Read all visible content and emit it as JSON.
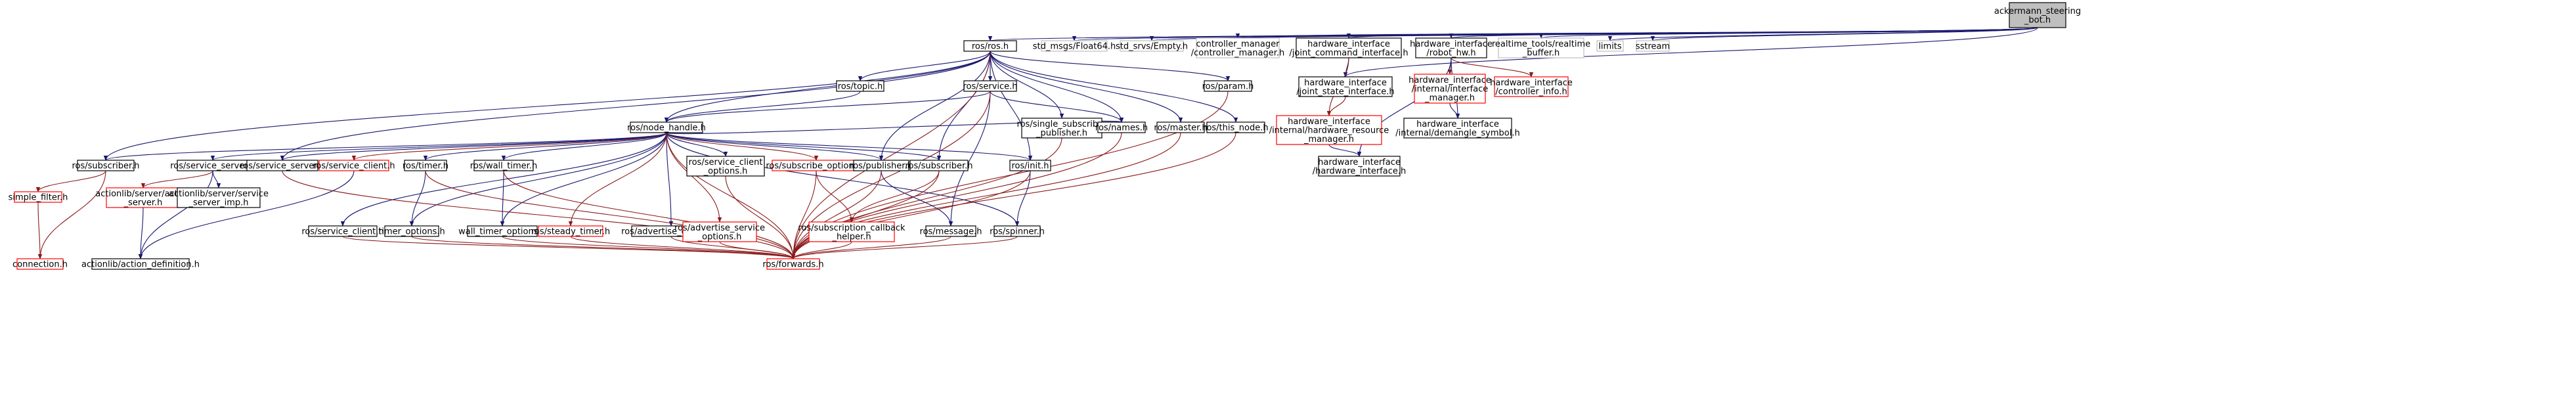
{
  "graph": {
    "nodes": [
      {
        "id": "root",
        "lines": [
          "ackermann_steering",
          "_bot.h"
        ],
        "color": "root"
      },
      {
        "id": "ros_h",
        "lines": [
          "ros/ros.h"
        ],
        "color": "black"
      },
      {
        "id": "float64",
        "lines": [
          "std_msgs/Float64.h"
        ],
        "color": "grey"
      },
      {
        "id": "empty",
        "lines": [
          "std_srvs/Empty.h"
        ],
        "color": "grey"
      },
      {
        "id": "cmgr",
        "lines": [
          "controller_manager",
          "/controller_manager.h"
        ],
        "color": "grey"
      },
      {
        "id": "hi_jci",
        "lines": [
          "hardware_interface",
          "/joint_command_interface.h"
        ],
        "color": "black"
      },
      {
        "id": "hi_robot",
        "lines": [
          "hardware_interface",
          "/robot_hw.h"
        ],
        "color": "black"
      },
      {
        "id": "rt_buffer",
        "lines": [
          "realtime_tools/realtime",
          "_buffer.h"
        ],
        "color": "grey"
      },
      {
        "id": "limits",
        "lines": [
          "limits"
        ],
        "color": "grey"
      },
      {
        "id": "sstream",
        "lines": [
          "sstream"
        ],
        "color": "grey"
      },
      {
        "id": "topic",
        "lines": [
          "ros/topic.h"
        ],
        "color": "black"
      },
      {
        "id": "service",
        "lines": [
          "ros/service.h"
        ],
        "color": "black"
      },
      {
        "id": "param",
        "lines": [
          "ros/param.h"
        ],
        "color": "black"
      },
      {
        "id": "hi_jsi",
        "lines": [
          "hardware_interface",
          "/joint_state_interface.h"
        ],
        "color": "black"
      },
      {
        "id": "hi_iim",
        "lines": [
          "hardware_interface",
          "/internal/interface",
          "_manager.h"
        ],
        "color": "red"
      },
      {
        "id": "hi_cinfo",
        "lines": [
          "hardware_interface",
          "/controller_info.h"
        ],
        "color": "red"
      },
      {
        "id": "nodehandle",
        "lines": [
          "ros/node_handle.h"
        ],
        "color": "black"
      },
      {
        "id": "single_sub_pub",
        "lines": [
          "ros/single_subscriber",
          "_publisher.h"
        ],
        "color": "black"
      },
      {
        "id": "names",
        "lines": [
          "ros/names.h"
        ],
        "color": "black"
      },
      {
        "id": "master",
        "lines": [
          "ros/master.h"
        ],
        "color": "black"
      },
      {
        "id": "this_node",
        "lines": [
          "ros/this_node.h"
        ],
        "color": "black"
      },
      {
        "id": "hi_hrm",
        "lines": [
          "hardware_interface",
          "/internal/hardware_resource",
          "_manager.h"
        ],
        "color": "red"
      },
      {
        "id": "hi_demangle",
        "lines": [
          "hardware_interface",
          "/internal/demangle_symbol.h"
        ],
        "color": "black"
      },
      {
        "id": "subscriber1",
        "lines": [
          "ros/subscriber.h"
        ],
        "color": "black"
      },
      {
        "id": "srvserver1",
        "lines": [
          "ros/service_server.h"
        ],
        "color": "black"
      },
      {
        "id": "srvserver2",
        "lines": [
          "ros/service_server.h"
        ],
        "color": "black"
      },
      {
        "id": "srvclient_red",
        "lines": [
          "ros/service_client.h"
        ],
        "color": "red"
      },
      {
        "id": "timer",
        "lines": [
          "ros/timer.h"
        ],
        "color": "black"
      },
      {
        "id": "wall_timer",
        "lines": [
          "ros/wall_timer.h"
        ],
        "color": "black"
      },
      {
        "id": "srvclient_opts",
        "lines": [
          "ros/service_client",
          "_options.h"
        ],
        "color": "black"
      },
      {
        "id": "sub_opts",
        "lines": [
          "ros/subscribe_options.h"
        ],
        "color": "red"
      },
      {
        "id": "publisher",
        "lines": [
          "ros/publisher.h"
        ],
        "color": "black"
      },
      {
        "id": "subscriber2",
        "lines": [
          "ros/subscriber.h"
        ],
        "color": "black"
      },
      {
        "id": "init",
        "lines": [
          "ros/init.h"
        ],
        "color": "black"
      },
      {
        "id": "hi_hwiface",
        "lines": [
          "hardware_interface",
          "/hardware_interface.h"
        ],
        "color": "black"
      },
      {
        "id": "simple_filter",
        "lines": [
          "simple_filter.h"
        ],
        "color": "red"
      },
      {
        "id": "al_server",
        "lines": [
          "actionlib/server/action",
          "_server.h"
        ],
        "color": "red"
      },
      {
        "id": "al_srvimp",
        "lines": [
          "actionlib/server/service",
          "_server_imp.h"
        ],
        "color": "black"
      },
      {
        "id": "srvclient2",
        "lines": [
          "ros/service_client.h"
        ],
        "color": "black"
      },
      {
        "id": "timer_opts",
        "lines": [
          "timer_options.h"
        ],
        "color": "black"
      },
      {
        "id": "wall_timer_opts",
        "lines": [
          "wall_timer_options.h"
        ],
        "color": "black"
      },
      {
        "id": "steady_timer",
        "lines": [
          "ros/steady_timer.h"
        ],
        "color": "red"
      },
      {
        "id": "adv_opts",
        "lines": [
          "ros/advertise_options.h"
        ],
        "color": "black"
      },
      {
        "id": "adv_srv_opts",
        "lines": [
          "ros/advertise_service",
          "_options.h"
        ],
        "color": "red"
      },
      {
        "id": "sub_cb_helper",
        "lines": [
          "ros/subscription_callback",
          "_helper.h"
        ],
        "color": "red"
      },
      {
        "id": "message",
        "lines": [
          "ros/message.h"
        ],
        "color": "black"
      },
      {
        "id": "spinner",
        "lines": [
          "ros/spinner.h"
        ],
        "color": "black"
      },
      {
        "id": "connection",
        "lines": [
          "connection.h"
        ],
        "color": "red"
      },
      {
        "id": "al_def",
        "lines": [
          "actionlib/action_definition.h"
        ],
        "color": "black"
      },
      {
        "id": "forwards",
        "lines": [
          "ros/forwards.h"
        ],
        "color": "red"
      }
    ],
    "edges": [
      [
        "root",
        "ros_h"
      ],
      [
        "root",
        "float64"
      ],
      [
        "root",
        "empty"
      ],
      [
        "root",
        "cmgr"
      ],
      [
        "root",
        "hi_jci"
      ],
      [
        "root",
        "hi_jsi"
      ],
      [
        "root",
        "hi_robot"
      ],
      [
        "root",
        "rt_buffer"
      ],
      [
        "root",
        "limits"
      ],
      [
        "root",
        "sstream"
      ],
      [
        "ros_h",
        "topic"
      ],
      [
        "ros_h",
        "service"
      ],
      [
        "ros_h",
        "param"
      ],
      [
        "ros_h",
        "nodehandle"
      ],
      [
        "ros_h",
        "single_sub_pub"
      ],
      [
        "ros_h",
        "names"
      ],
      [
        "ros_h",
        "master"
      ],
      [
        "ros_h",
        "this_node"
      ],
      [
        "ros_h",
        "subscriber1"
      ],
      [
        "ros_h",
        "srvserver2"
      ],
      [
        "ros_h",
        "publisher"
      ],
      [
        "ros_h",
        "subscriber2"
      ],
      [
        "ros_h",
        "init"
      ],
      [
        "ros_h",
        "forwards"
      ],
      [
        "hi_jci",
        "hi_jsi"
      ],
      [
        "hi_jci",
        "hi_hrm"
      ],
      [
        "hi_jsi",
        "hi_hrm"
      ],
      [
        "hi_robot",
        "hi_iim"
      ],
      [
        "hi_robot",
        "hi_cinfo"
      ],
      [
        "hi_robot",
        "hi_demangle"
      ],
      [
        "hi_robot",
        "hi_hwiface"
      ],
      [
        "hi_iim",
        "hi_demangle"
      ],
      [
        "hi_hrm",
        "hi_hwiface"
      ],
      [
        "topic",
        "nodehandle"
      ],
      [
        "service",
        "nodehandle"
      ],
      [
        "service",
        "names"
      ],
      [
        "service",
        "message"
      ],
      [
        "service",
        "forwards"
      ],
      [
        "param",
        "forwards"
      ],
      [
        "nodehandle",
        "subscriber1"
      ],
      [
        "nodehandle",
        "srvserver1"
      ],
      [
        "nodehandle",
        "srvserver2"
      ],
      [
        "nodehandle",
        "srvclient_red"
      ],
      [
        "nodehandle",
        "timer"
      ],
      [
        "nodehandle",
        "wall_timer"
      ],
      [
        "nodehandle",
        "srvclient_opts"
      ],
      [
        "nodehandle",
        "sub_opts"
      ],
      [
        "nodehandle",
        "publisher"
      ],
      [
        "nodehandle",
        "subscriber2"
      ],
      [
        "nodehandle",
        "init"
      ],
      [
        "nodehandle",
        "names"
      ],
      [
        "nodehandle",
        "srvclient2"
      ],
      [
        "nodehandle",
        "timer_opts"
      ],
      [
        "nodehandle",
        "wall_timer_opts"
      ],
      [
        "nodehandle",
        "steady_timer"
      ],
      [
        "nodehandle",
        "adv_opts"
      ],
      [
        "nodehandle",
        "adv_srv_opts"
      ],
      [
        "nodehandle",
        "spinner"
      ],
      [
        "nodehandle",
        "forwards"
      ],
      [
        "single_sub_pub",
        "forwards"
      ],
      [
        "names",
        "forwards"
      ],
      [
        "master",
        "forwards"
      ],
      [
        "this_node",
        "forwards"
      ],
      [
        "subscriber1",
        "simple_filter"
      ],
      [
        "subscriber1",
        "connection"
      ],
      [
        "simple_filter",
        "connection"
      ],
      [
        "srvserver1",
        "al_server"
      ],
      [
        "srvserver1",
        "al_srvimp"
      ],
      [
        "srvserver1",
        "al_def"
      ],
      [
        "al_server",
        "al_def"
      ],
      [
        "srvserver2",
        "forwards"
      ],
      [
        "srvclient_red",
        "al_def"
      ],
      [
        "timer",
        "timer_opts"
      ],
      [
        "timer",
        "forwards"
      ],
      [
        "wall_timer",
        "wall_timer_opts"
      ],
      [
        "wall_timer",
        "forwards"
      ],
      [
        "srvclient_opts",
        "forwards"
      ],
      [
        "sub_opts",
        "sub_cb_helper"
      ],
      [
        "sub_opts",
        "forwards"
      ],
      [
        "publisher",
        "message"
      ],
      [
        "publisher",
        "forwards"
      ],
      [
        "subscriber2",
        "sub_cb_helper"
      ],
      [
        "subscriber2",
        "forwards"
      ],
      [
        "init",
        "spinner"
      ],
      [
        "init",
        "forwards"
      ],
      [
        "srvclient2",
        "forwards"
      ],
      [
        "timer_opts",
        "forwards"
      ],
      [
        "wall_timer_opts",
        "forwards"
      ],
      [
        "steady_timer",
        "forwards"
      ],
      [
        "adv_opts",
        "forwards"
      ],
      [
        "adv_srv_opts",
        "forwards"
      ],
      [
        "sub_cb_helper",
        "forwards"
      ],
      [
        "message",
        "forwards"
      ],
      [
        "spinner",
        "forwards"
      ]
    ]
  }
}
